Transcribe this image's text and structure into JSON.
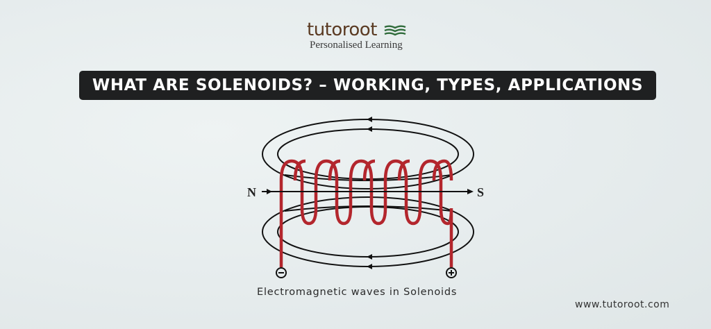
{
  "logo": {
    "wordmark": "tutoroot",
    "tagline": "Personalised Learning",
    "brand_color": "#5a3a22",
    "icon_color": "#2f6b3a"
  },
  "title": {
    "text": "WHAT ARE SOLENOIDS? – WORKING, TYPES, APPLICATIONS",
    "background": "#1f2021",
    "color": "#ffffff"
  },
  "diagram": {
    "pole_left": "N",
    "pole_right": "S",
    "terminal_left": "⊖",
    "terminal_right": "⊕",
    "coil_color": "#b3262d",
    "field_line_color": "#111111",
    "coil_turns": 9
  },
  "caption": "Electromagnetic waves in Solenoids",
  "website": "www.tutoroot.com"
}
